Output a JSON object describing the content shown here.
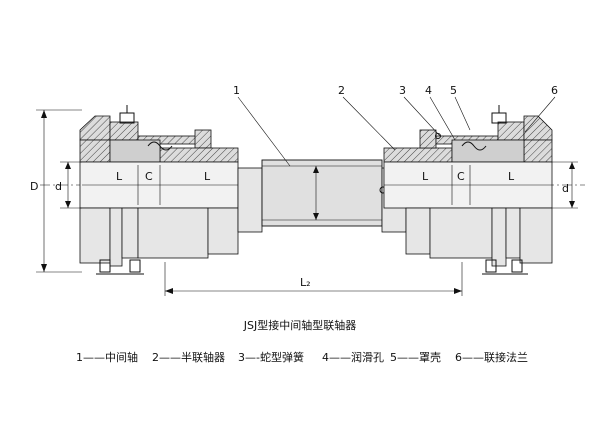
{
  "callouts": [
    "1",
    "2",
    "3",
    "4",
    "5",
    "6"
  ],
  "dimensions": {
    "outer_diameter": "D",
    "shaft_diameter": "d",
    "hub_length": "L",
    "gap": "C",
    "span": "L₂"
  },
  "title": "JSJ型接中间轴型联轴器",
  "legend": [
    {
      "num": "1",
      "dash": "——",
      "name": "中间轴"
    },
    {
      "num": "2",
      "dash": "——",
      "name": "半联轴器"
    },
    {
      "num": "3",
      "dash": "—-",
      "name": "蛇型弹簧"
    },
    {
      "num": "4",
      "dash": "——",
      "name": "润滑孔"
    },
    {
      "num": "5",
      "dash": "——",
      "name": "罩壳"
    },
    {
      "num": "6",
      "dash": "——",
      "name": "联接法兰"
    }
  ]
}
